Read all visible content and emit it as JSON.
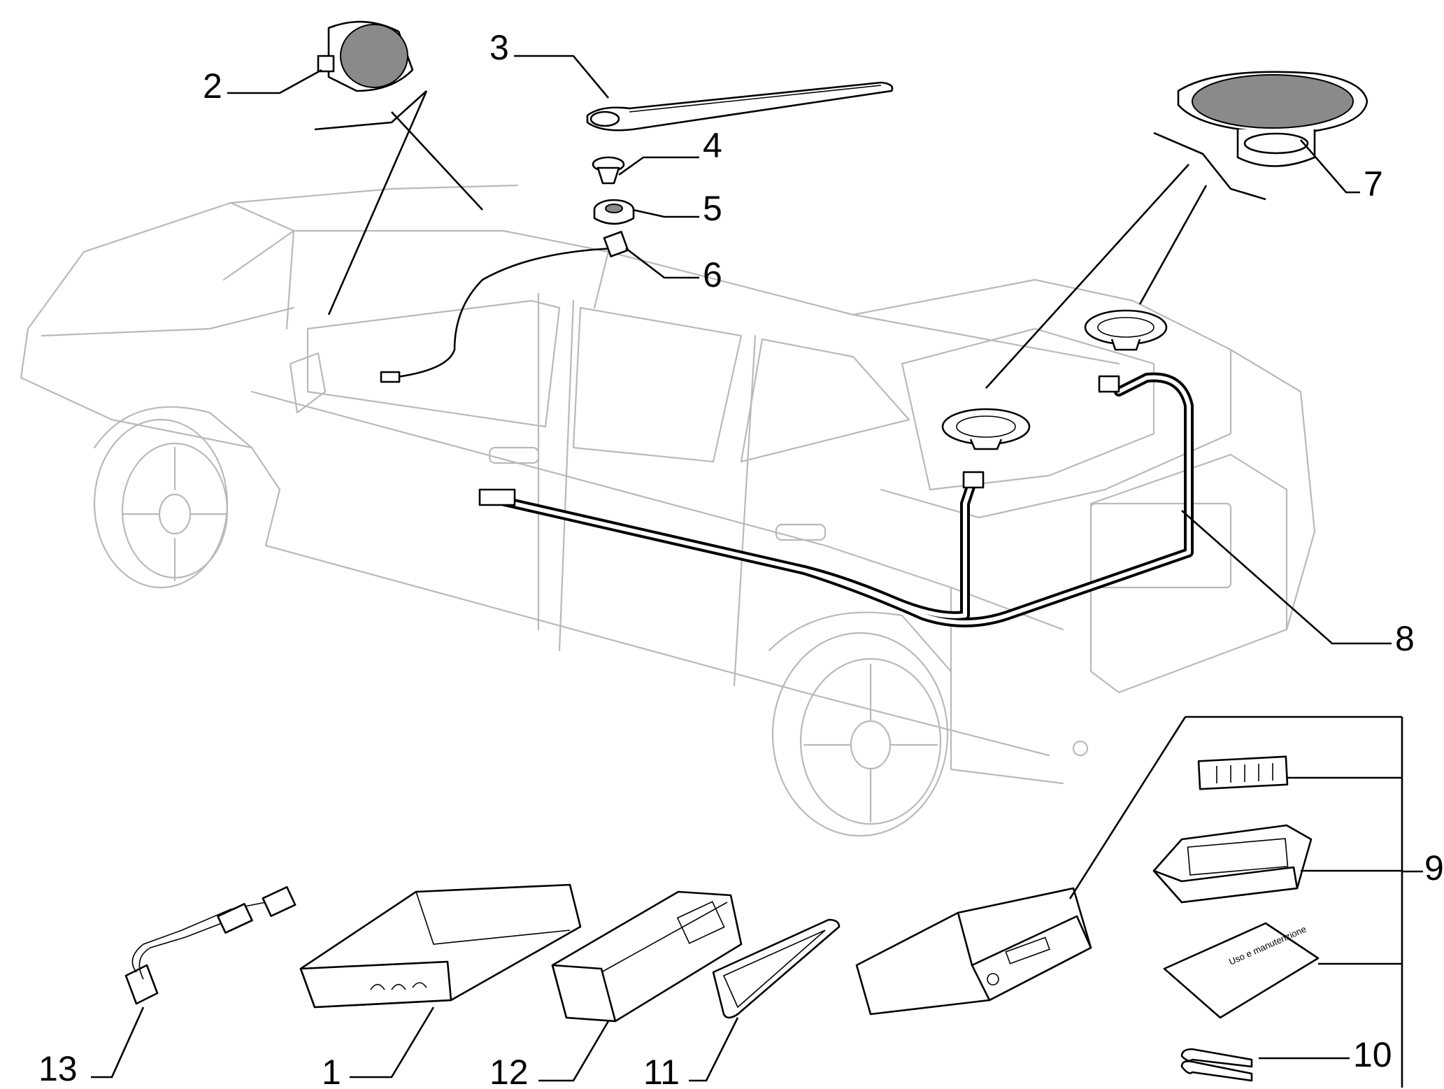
{
  "diagram": {
    "callouts": [
      {
        "id": "1",
        "label": "1"
      },
      {
        "id": "2",
        "label": "2"
      },
      {
        "id": "3",
        "label": "3"
      },
      {
        "id": "4",
        "label": "4"
      },
      {
        "id": "5",
        "label": "5"
      },
      {
        "id": "6",
        "label": "6"
      },
      {
        "id": "7",
        "label": "7"
      },
      {
        "id": "8",
        "label": "8"
      },
      {
        "id": "9",
        "label": "9"
      },
      {
        "id": "10",
        "label": "10"
      },
      {
        "id": "11",
        "label": "11"
      },
      {
        "id": "12",
        "label": "12"
      },
      {
        "id": "13",
        "label": "13"
      }
    ],
    "manual_title": "Uso e manutenzione"
  }
}
